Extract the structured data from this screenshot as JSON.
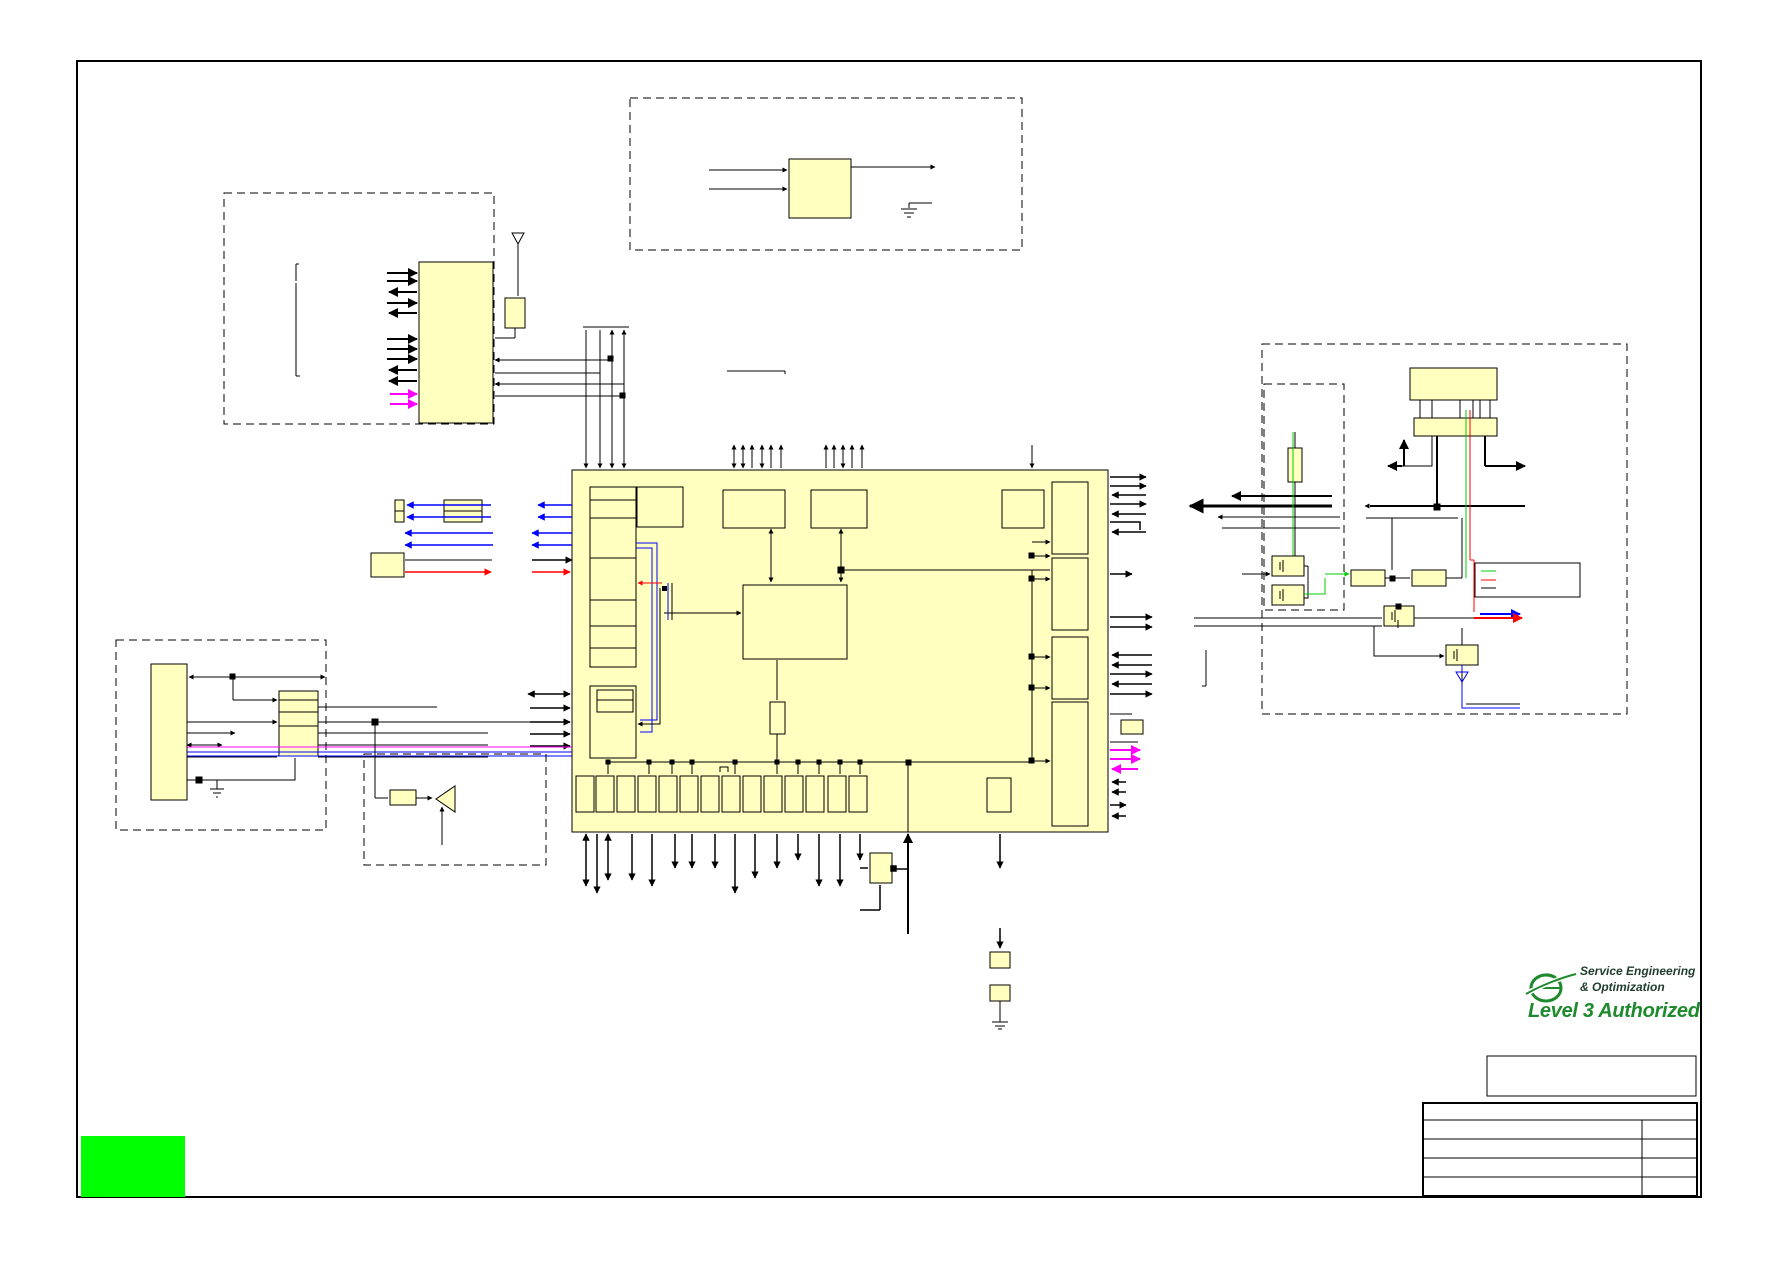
{
  "logo": {
    "line1": "Service Engineering",
    "line2": "& Optimization",
    "line3": "Level 3 Authorized"
  },
  "colors": {
    "block_fill": "#ffffc0",
    "line": "#000000",
    "blue_signal": "#0000ff",
    "red_signal": "#ff0000",
    "magenta_signal": "#ff00ff",
    "green_signal": "#00cc00",
    "green_badge": "#00ff00",
    "logo_green": "#1e8a2e"
  }
}
